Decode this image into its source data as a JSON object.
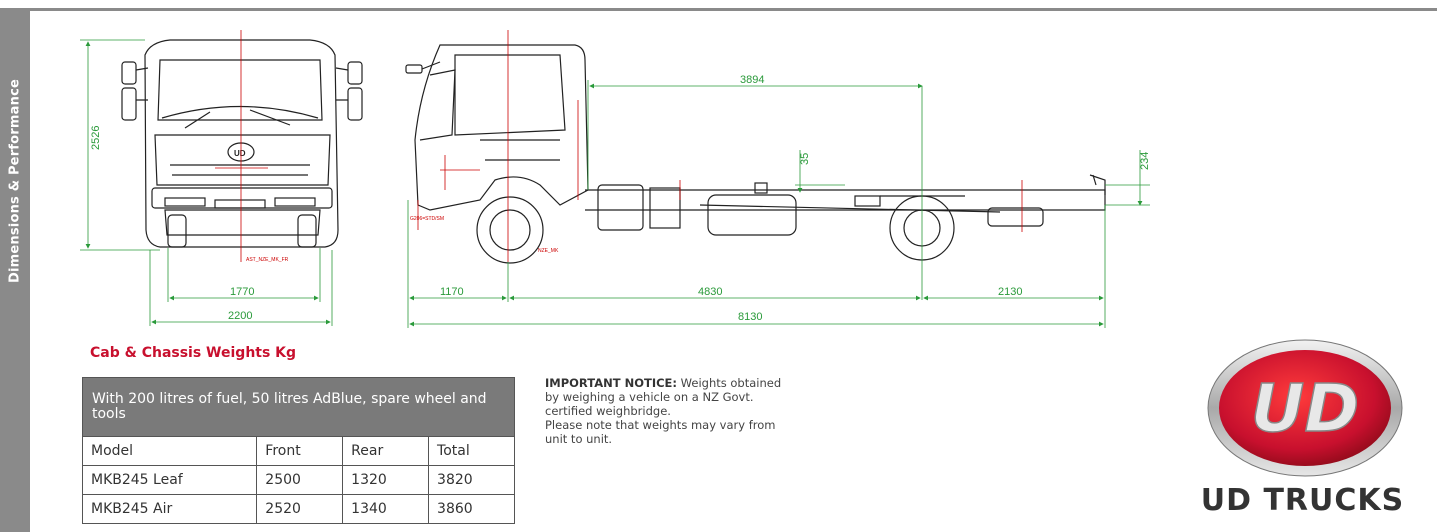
{
  "sidebar": {
    "label": "Dimensions & Performance"
  },
  "drawing": {
    "front_height": "2526",
    "front_track": "1770",
    "front_width": "2200",
    "side_cab_to_end": "3894",
    "side_frame_height": "35",
    "side_rear_height": "234",
    "front_overhang": "1170",
    "wheelbase": "4830",
    "rear_overhang": "2130",
    "overall_length": "8130",
    "front_drawing_code": "AST_NZE_MK_FR",
    "side_drawing_code": "NZE_MK",
    "side_small_code": "G206=STD/SM"
  },
  "weights": {
    "title": "Cab & Chassis Weights Kg",
    "header": "With 200 litres of fuel, 50 litres AdBlue, spare wheel and tools",
    "columns": [
      "Model",
      "Front",
      "Rear",
      "Total"
    ],
    "rows": [
      [
        "MKB245 Leaf",
        "2500",
        "1320",
        "3820"
      ],
      [
        "MKB245 Air",
        "2520",
        "1340",
        "3860"
      ]
    ]
  },
  "notice": {
    "heading": "IMPORTANT NOTICE:",
    "line1": " Weights obtained by weighing a vehicle on a NZ Govt. certified weighbridge.",
    "line2": "Please note that weights may vary from unit to unit."
  },
  "logo": {
    "emblem": "UD",
    "text": "UD TRUCKS"
  }
}
